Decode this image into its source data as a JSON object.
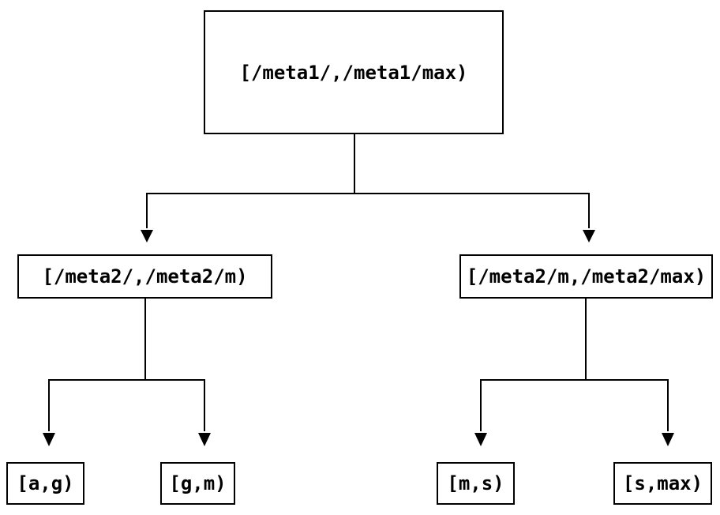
{
  "diagram": {
    "type": "interval-partition-tree",
    "colors": {
      "background": "#ffffff",
      "line": "#000000",
      "text": "#000000",
      "node_fill": "#ffffff",
      "node_border": "#000000"
    },
    "nodes": {
      "root": {
        "label": "[/meta1/,/meta1/max)"
      },
      "meta2_left": {
        "label": "[/meta2/,/meta2/m)"
      },
      "meta2_right": {
        "label": "[/meta2/m,/meta2/max)"
      },
      "leaf_a_g": {
        "label": "[a,g)"
      },
      "leaf_g_m": {
        "label": "[g,m)"
      },
      "leaf_m_s": {
        "label": "[m,s)"
      },
      "leaf_s_max": {
        "label": "[s,max)"
      }
    },
    "edges": [
      {
        "from": "root",
        "to": "meta2_left"
      },
      {
        "from": "root",
        "to": "meta2_right"
      },
      {
        "from": "meta2_left",
        "to": "leaf_a_g"
      },
      {
        "from": "meta2_left",
        "to": "leaf_g_m"
      },
      {
        "from": "meta2_right",
        "to": "leaf_m_s"
      },
      {
        "from": "meta2_right",
        "to": "leaf_s_max"
      }
    ]
  }
}
